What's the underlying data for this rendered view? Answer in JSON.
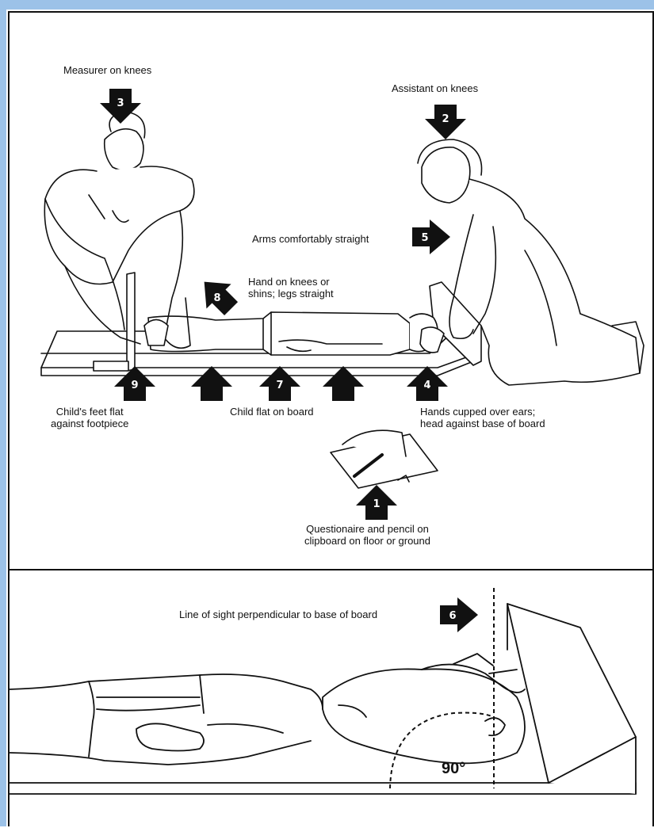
{
  "labels": {
    "measurer": "Measurer on knees",
    "assistant": "Assistant on knees",
    "arms": "Arms comfortably straight",
    "hand_knees_1": "Hand on knees or",
    "hand_knees_2": "shins; legs straight",
    "feet_1": "Child's feet flat",
    "feet_2": "against footpiece",
    "flat": "Child flat on board",
    "hands_1": "Hands cupped over ears;",
    "hands_2": "head against base of board",
    "clipboard_1": "Questionaire and pencil on",
    "clipboard_2": "clipboard on floor or ground",
    "line_of_sight": "Line of sight perpendicular to base of board",
    "angle": "90°"
  },
  "arrows": {
    "n1": "1",
    "n2": "2",
    "n3": "3",
    "n4": "4",
    "n5": "5",
    "n6": "6",
    "n7": "7",
    "n8": "8",
    "n9": "9"
  },
  "colors": {
    "frame": "#9cc2e8",
    "ink": "#111111"
  }
}
